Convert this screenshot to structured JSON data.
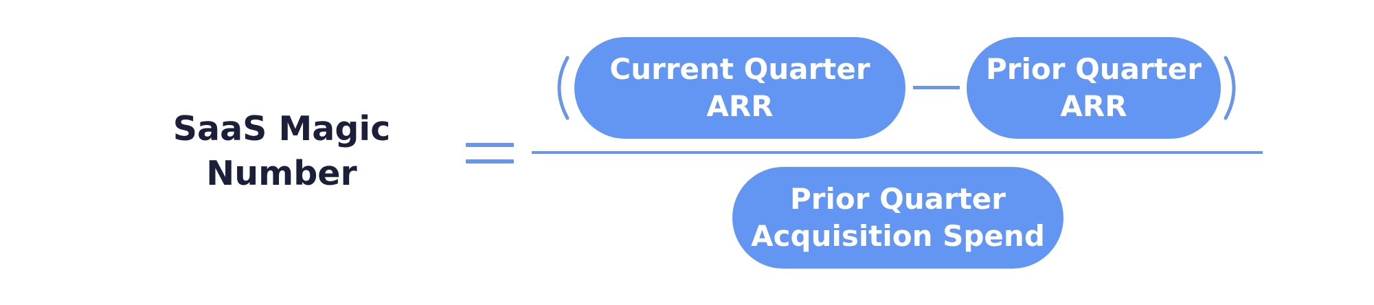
{
  "formula": {
    "lhs": "SaaS Magic\nNumber",
    "numerator": {
      "term1": "Current Quarter\nARR",
      "term2": "Prior Quarter\nARR"
    },
    "denominator": "Prior Quarter\nAcquisition Spend"
  },
  "colors": {
    "pill_fill": "#6395f2",
    "operator_stroke": "#6b95e6",
    "lhs_text": "#1c1f3a",
    "pill_text": "#ffffff"
  }
}
